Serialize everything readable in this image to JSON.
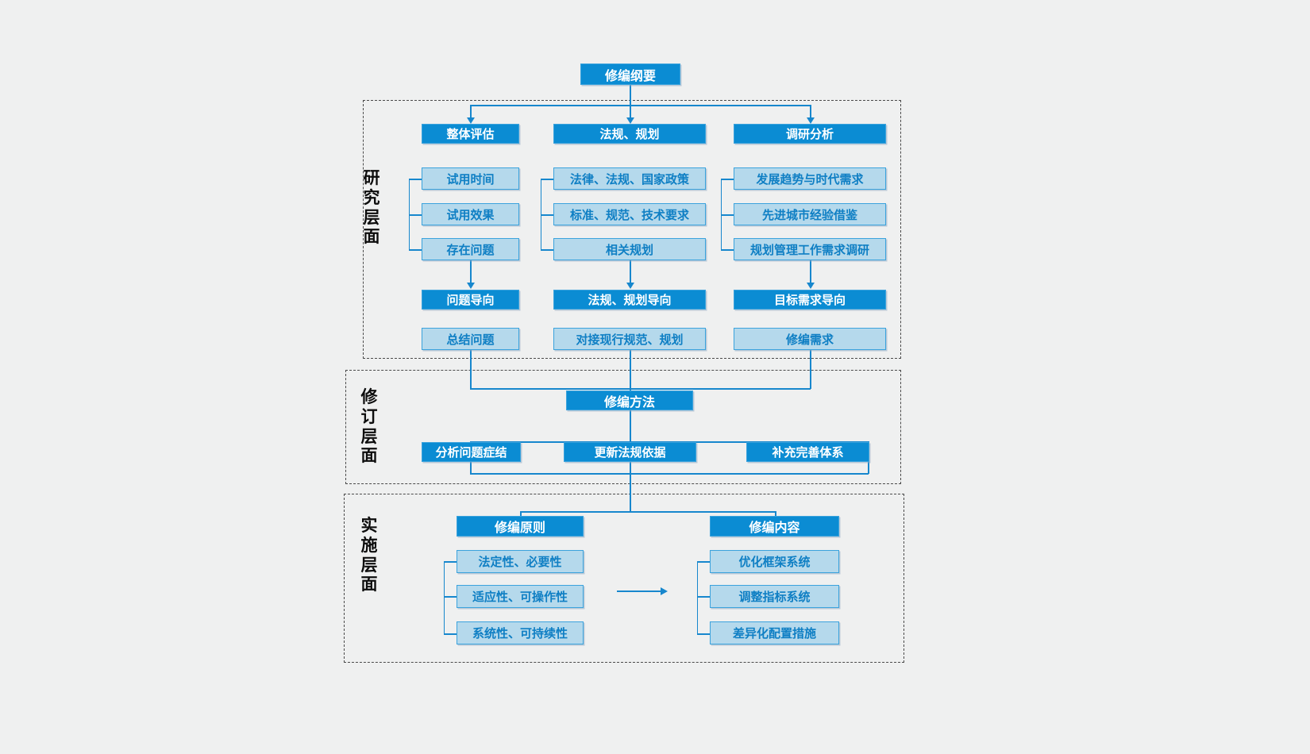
{
  "diagram": {
    "title": "修编纲要",
    "root": {
      "label": "修编纲要"
    },
    "layers": [
      {
        "id": "research",
        "label": "研究层面"
      },
      {
        "id": "revision",
        "label": "修订层面"
      },
      {
        "id": "implement",
        "label": "实施层面"
      }
    ],
    "research_layer": {
      "label": "研究层面",
      "columns": [
        {
          "header": "整体评估",
          "items": [
            "试用时间",
            "试用效果",
            "存在问题"
          ],
          "orientation": "问题导向",
          "outcome": "总结问题"
        },
        {
          "header": "法规、规划",
          "items": [
            "法律、法规、国家政策",
            "标准、规范、技术要求",
            "相关规划"
          ],
          "orientation": "法规、规划导向",
          "outcome": "对接现行规范、规划"
        },
        {
          "header": "调研分析",
          "items": [
            "发展趋势与时代需求",
            "先进城市经验借鉴",
            "规划管理工作需求调研"
          ],
          "orientation": "目标需求导向",
          "outcome": "修编需求"
        }
      ]
    },
    "revision_layer": {
      "label": "修订层面",
      "header": "修编方法",
      "items": [
        "分析问题症结",
        "更新法规依据",
        "补充完善体系"
      ]
    },
    "implementation_layer": {
      "label": "实施层面",
      "groups": [
        {
          "header": "修编原则",
          "items": [
            "法定性、必要性",
            "适应性、可操作性",
            "系统性、可持续性"
          ]
        },
        {
          "header": "修编内容",
          "items": [
            "优化框架系统",
            "调整指标系统",
            "差异化配置措施"
          ]
        }
      ],
      "link_arrow": "→"
    },
    "colors": {
      "background": "#eff0f0",
      "primary": "#0b8cd3",
      "secondary": "#b5d9ec",
      "border": "#3ba3dd",
      "connector": "#1787cd",
      "light_text": "#0f7fc4",
      "dark_text": "#0d0d0d",
      "dashed_border": "#4a4a4a"
    }
  }
}
